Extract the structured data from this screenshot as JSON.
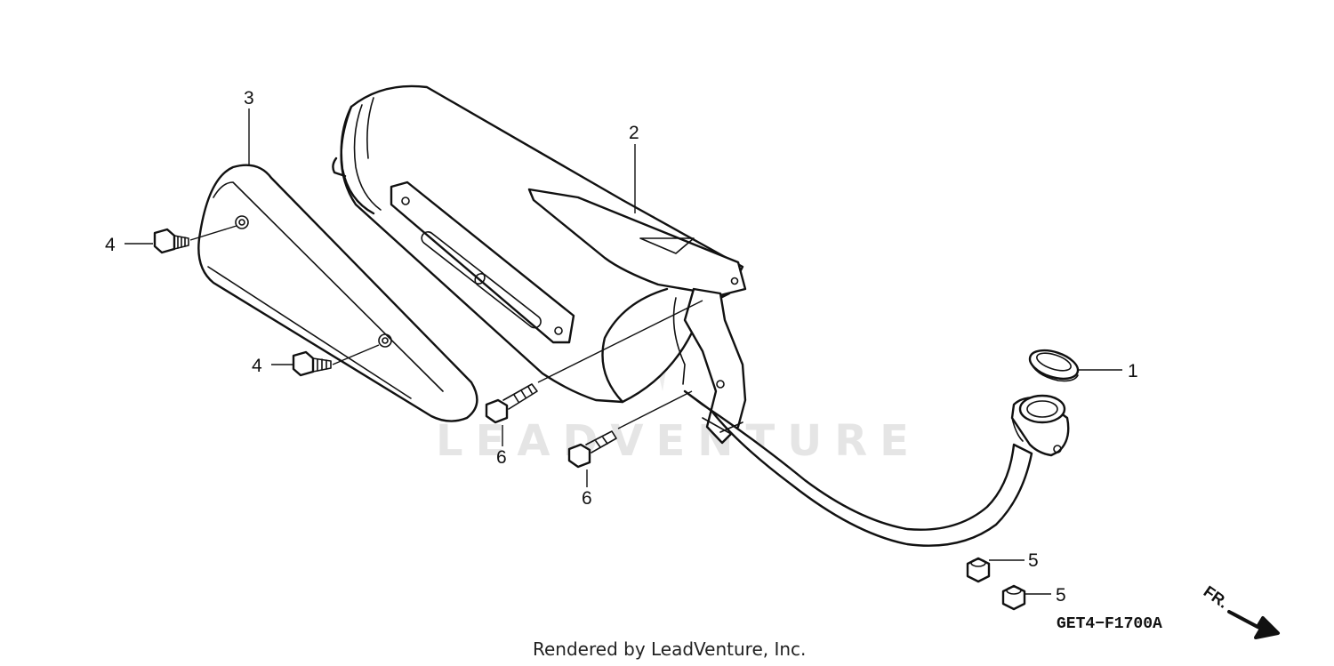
{
  "diagram": {
    "watermark": "LEADVENTURE",
    "part_code": "GET4−F1700A",
    "credit": "Rendered by LeadVenture, Inc.",
    "direction_label": "FR.",
    "callouts": {
      "c1": "1",
      "c2": "2",
      "c3": "3",
      "c4a": "4",
      "c4b": "4",
      "c5a": "5",
      "c5b": "5",
      "c6a": "6",
      "c6b": "6"
    }
  }
}
